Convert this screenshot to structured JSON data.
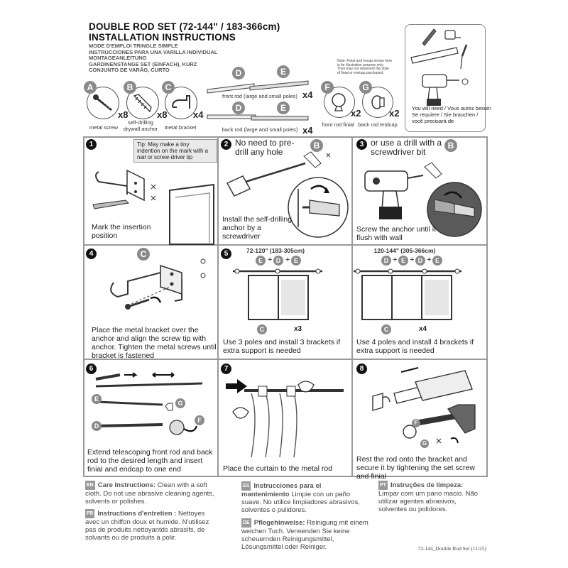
{
  "header": {
    "title_line1": "DOUBLE ROD SET (72-144\" / 183-366cm)",
    "title_line2": "INSTALLATION INSTRUCTIONS",
    "subtitles": [
      "MODE D'EMPLOI TRINGLE SIMPLE",
      "INSTRUCCIONES PARA UNA VARILLA INDIVIDUAL",
      "MONTAGEANLEITUNG",
      "GARDINENSTANGE SET (EINFACH), KURZ",
      "CONJUNTO DE VARÃO, CURTO"
    ]
  },
  "parts": {
    "A": {
      "letter": "A",
      "qty": "x8",
      "label": "metal screw"
    },
    "B": {
      "letter": "B",
      "qty": "x8",
      "label": "self-drilling drywall anchor"
    },
    "C": {
      "letter": "C",
      "qty": "x4",
      "label": "metal bracket"
    },
    "front_rod": {
      "letters": [
        "D",
        "E"
      ],
      "qty": "x4",
      "label": "front rod (large and small poles)"
    },
    "back_rod": {
      "letters": [
        "D",
        "E"
      ],
      "qty": "x4",
      "label": "back rod (large and small poles)"
    },
    "F": {
      "letter": "F",
      "qty": "x2",
      "label": "front rod finial"
    },
    "G": {
      "letter": "G",
      "qty": "x2",
      "label": "back rod endcap"
    },
    "note": "Note: Finial and encap shown here is for illustration purpose only. They may not represent the style of finial or endcap purchased."
  },
  "you_will_need": "You will need / Vous aurez besoin\nSe requiere / Sie brauchen /\nvocê precisará de",
  "steps": [
    {
      "num": "1",
      "tip": "Tip: May make a tiny indention on the mark with a nail or screw-driver tip",
      "caption": "Mark the insertion position"
    },
    {
      "num": "2",
      "title": "No need to pre-drill any hole",
      "caption": "Install the self-drilling anchor by a screwdriver"
    },
    {
      "num": "3",
      "title": "or use a drill with a screwdriver bit",
      "caption": "Screw the anchor until it flush with wall"
    },
    {
      "num": "4",
      "caption": "Place the metal bracket over the anchor and align the screw tip with anchor. Tighten the metal screws until bracket is fastened"
    },
    {
      "num": "5",
      "range_a": "72-120\" (183-305cm)",
      "formula_a": [
        "E",
        "D",
        "E"
      ],
      "qty_a": "x3",
      "range_b": "120-144\" (305-366cm)",
      "formula_b": [
        "D",
        "E",
        "D",
        "E"
      ],
      "qty_b": "x4",
      "caption_a": "Use 3 poles and install 3 brackets if extra support is needed",
      "caption_b": "Use 4 poles and install 4 brackets if extra support is needed"
    },
    {
      "num": "6",
      "caption": "Extend telescoping front rod and back rod to the desired length and insert finial and endcap to one end"
    },
    {
      "num": "7",
      "caption": "Place the curtain to the metal rod"
    },
    {
      "num": "8",
      "caption": "Rest the rod onto the bracket and secure it by tightening the set screw and finial"
    }
  ],
  "care": {
    "EN": {
      "tag": "EN",
      "heading": "Care Instructions:",
      "text": "Clean with a soft cloth. Do not use abrasive cleaning agents, solvents or polishes."
    },
    "FR": {
      "tag": "FR",
      "heading": "Instructions d'entretien :",
      "text": "Nettoyes avec un chiffon doux et humide. N'utilisez pas de produits nettoyantds abrasifs, de solvants ou de produits à polir."
    },
    "ES": {
      "tag": "ES",
      "heading": "Instrucciones para el mantenimiento",
      "text": "Limpie con un paño suave. No utilice limpiadores abrasivos, solventes o pulidores."
    },
    "DE": {
      "tag": "DE",
      "heading": "Pflegehinweise:",
      "text": "Reinigung mit einem weichen Tuch. Verwenden Sie keine scheuernden Reinigungsmittel, Lösungsmittel oder Reiniger."
    },
    "PT": {
      "tag": "PT",
      "heading": "Instruções de limpeza:",
      "text": "Limpar com um pano macio. Não utilizar agentes abrasivos, solventes ou polidores."
    }
  },
  "footer": "72-144_Double Rod Set (11/25)",
  "colors": {
    "grid": "#999999",
    "letter_badge": "#8a8a8a",
    "step_badge": "#111111"
  }
}
